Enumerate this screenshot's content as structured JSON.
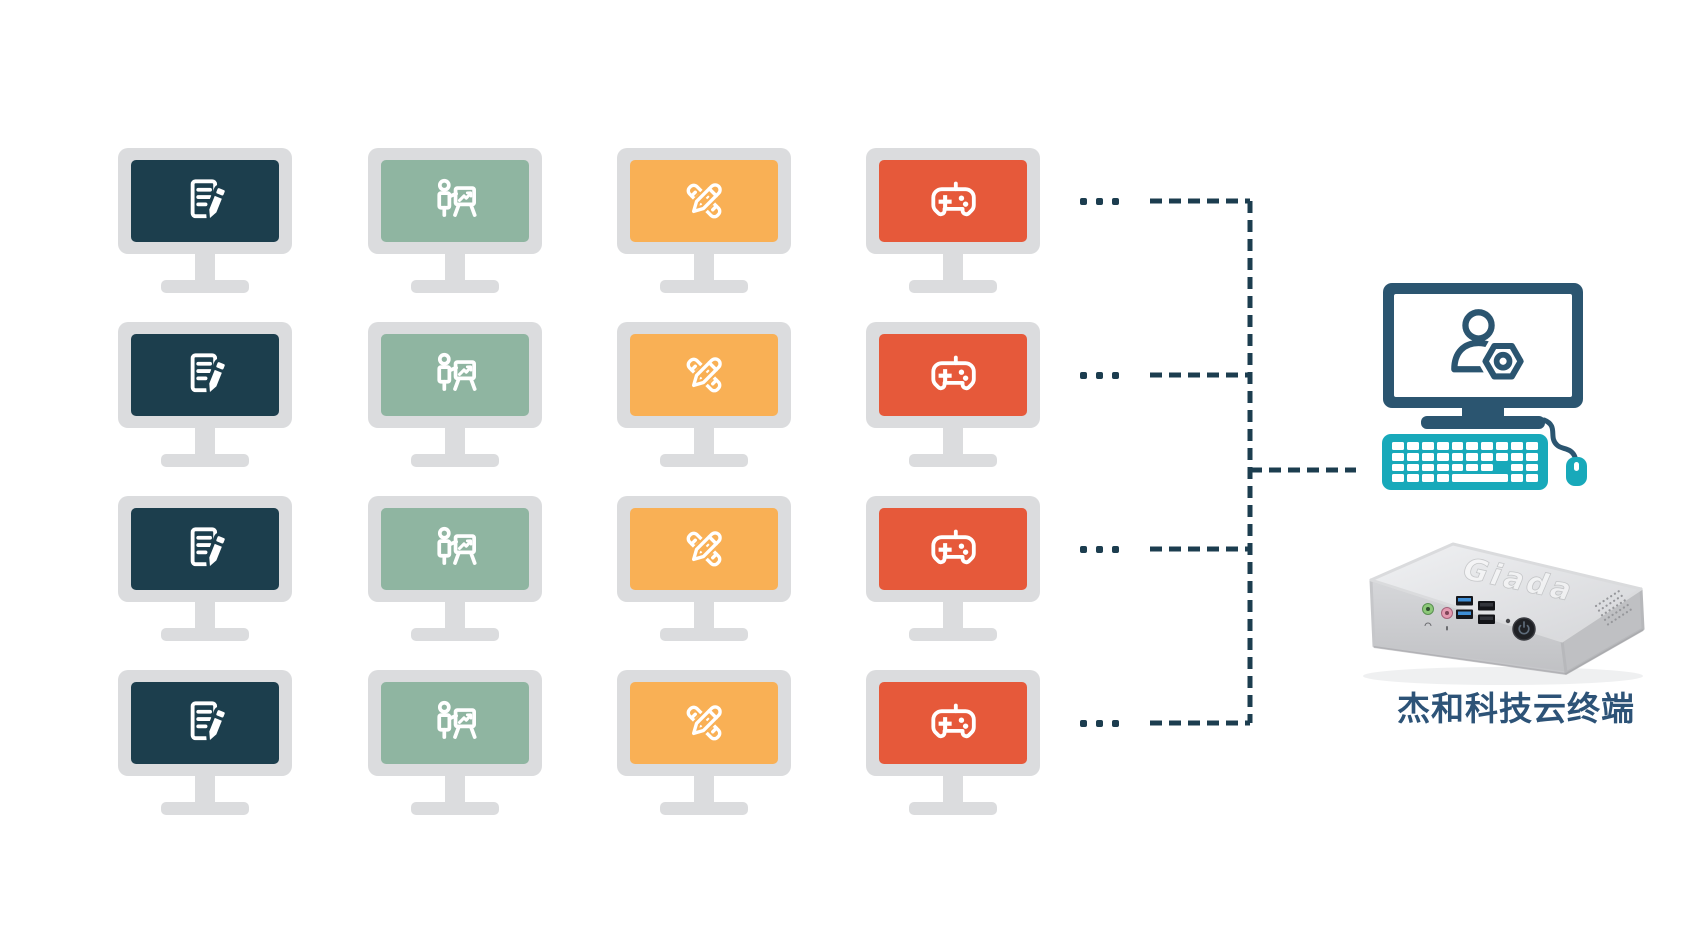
{
  "background_color": "#ffffff",
  "monitor_wall": {
    "rows": 4,
    "bezel_color": "#dbdcde",
    "columns": [
      {
        "name": "office-terminal",
        "icon": "document-pencil-icon",
        "screen_color": "#1c3e4d"
      },
      {
        "name": "presentation-terminal",
        "icon": "presenter-board-icon",
        "screen_color": "#8fb5a1"
      },
      {
        "name": "design-terminal",
        "icon": "ruler-pencil-icon",
        "screen_color": "#f9b055"
      },
      {
        "name": "gaming-terminal",
        "icon": "gamepad-icon",
        "screen_color": "#e6593a"
      }
    ],
    "row_ellipsis": {
      "dot_count": 3,
      "color": "#1c3d4f"
    }
  },
  "connections": {
    "line_style": "dashed",
    "color": "#1c3d4f"
  },
  "admin_station": {
    "monitor_frame_color": "#2b5570",
    "screen_color": "#ffffff",
    "screen_icon": "user-gear-icon",
    "keyboard_color": "#18a9ba",
    "mouse_color": "#18a9ba"
  },
  "device": {
    "caption": "杰和科技云终端",
    "caption_color": "#2d5377",
    "emboss_text": "Giada"
  }
}
